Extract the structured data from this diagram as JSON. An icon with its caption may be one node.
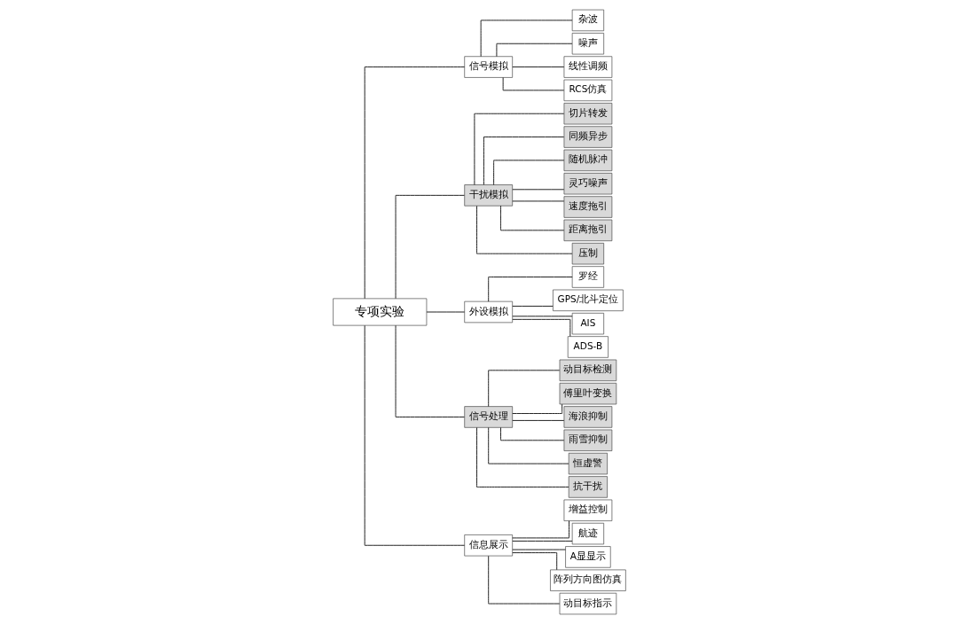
{
  "diagram": {
    "nodes": [
      {
        "text": [
          "专项实验"
        ]
      },
      {
        "text": [
          "信号模拟"
        ]
      },
      {
        "text": [
          "干扰模拟"
        ]
      },
      {
        "text": [
          "外设模拟"
        ]
      },
      {
        "text": [
          "信号处理"
        ]
      },
      {
        "text": [
          "信息展示"
        ]
      },
      {
        "text": [
          "切片转发"
        ]
      },
      {
        "text": [
          "同频异步"
        ]
      },
      {
        "text": [
          "随机脉冲"
        ]
      },
      {
        "text": [
          "灵巧噪声"
        ]
      },
      {
        "text": [
          "速度拖引"
        ]
      },
      {
        "text": [
          "距离拖引"
        ]
      },
      {
        "text": [
          "压制"
        ]
      },
      {
        "text": [
          "动目标检测"
        ]
      },
      {
        "text": [
          "傅里叶变换"
        ]
      },
      {
        "text": [
          "海浪抑制"
        ]
      },
      {
        "text": [
          "雨雪抑制"
        ]
      },
      {
        "text": [
          "恒虚警"
        ]
      },
      {
        "text": [
          "抗干扰"
        ]
      },
      {
        "text": [
          "杂波"
        ]
      },
      {
        "text": [
          "噪声"
        ]
      },
      {
        "text": [
          "线性调频"
        ]
      },
      {
        "text": [
          "RCS仿真"
        ]
      },
      {
        "text": [
          "罗经"
        ]
      },
      {
        "text": [
          "GPS/北斗定位"
        ]
      },
      {
        "text": [
          "AIS"
        ]
      },
      {
        "text": [
          "ADS-B"
        ]
      },
      {
        "text": [
          "增益控制"
        ]
      },
      {
        "text": [
          "航迹"
        ]
      },
      {
        "text": [
          "A显显示"
        ]
      },
      {
        "text": [
          "阵列方向图仿真"
        ]
      },
      {
        "text": [
          "动目标指示"
        ]
      }
    ],
    "edges": [
      {
        "from": 0,
        "to": 1,
        "arrow": "none"
      },
      {
        "from": 0,
        "to": 2,
        "arrow": "none"
      },
      {
        "from": 0,
        "to": 3,
        "arrow": "none"
      },
      {
        "from": 0,
        "to": 4,
        "arrow": "none"
      },
      {
        "from": 0,
        "to": 5,
        "arrow": "none"
      },
      {
        "from": 2,
        "to": 6,
        "arrow": "none"
      },
      {
        "from": 2,
        "to": 7,
        "arrow": "none"
      },
      {
        "from": 2,
        "to": 8,
        "arrow": "none"
      },
      {
        "from": 2,
        "to": 9,
        "arrow": "none"
      },
      {
        "from": 2,
        "to": 10,
        "arrow": "none"
      },
      {
        "from": 2,
        "to": 11,
        "arrow": "none"
      },
      {
        "from": 2,
        "to": 12,
        "arrow": "none"
      },
      {
        "from": 4,
        "to": 13,
        "arrow": "none"
      },
      {
        "from": 4,
        "to": 14,
        "arrow": "none"
      },
      {
        "from": 4,
        "to": 15,
        "arrow": "none"
      },
      {
        "from": 4,
        "to": 16,
        "arrow": "none"
      },
      {
        "from": 4,
        "to": 17,
        "arrow": "none"
      },
      {
        "from": 4,
        "to": 18,
        "arrow": "none"
      },
      {
        "from": 1,
        "to": 19,
        "arrow": "none"
      },
      {
        "from": 1,
        "to": 20,
        "arrow": "none"
      },
      {
        "from": 1,
        "to": 21,
        "arrow": "none"
      },
      {
        "from": 1,
        "to": 22,
        "arrow": "none"
      },
      {
        "from": 3,
        "to": 23,
        "arrow": "none"
      },
      {
        "from": 3,
        "to": 24,
        "arrow": "none"
      },
      {
        "from": 3,
        "to": 25,
        "arrow": "none"
      },
      {
        "from": 3,
        "to": 26,
        "arrow": "none"
      },
      {
        "from": 5,
        "to": 27,
        "arrow": "none"
      },
      {
        "from": 5,
        "to": 28,
        "arrow": "none"
      },
      {
        "from": 5,
        "to": 29,
        "arrow": "none"
      },
      {
        "from": 5,
        "to": 30,
        "arrow": "none"
      },
      {
        "from": 5,
        "to": 31,
        "arrow": "none"
      }
    ]
  }
}
